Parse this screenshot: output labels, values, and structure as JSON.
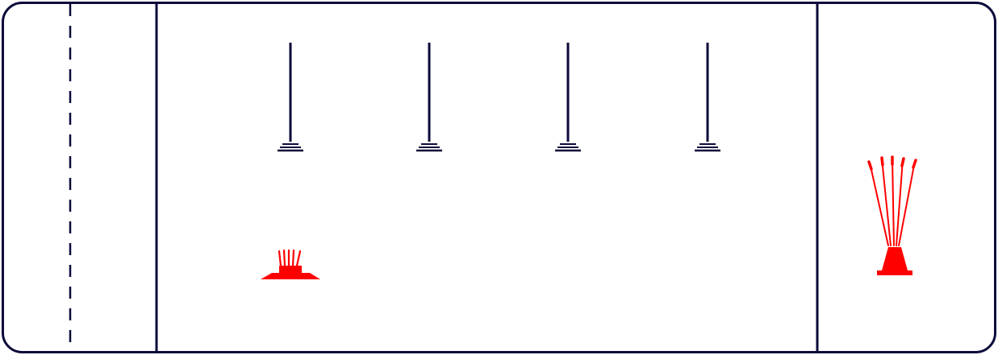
{
  "diagram": {
    "colors": {
      "outline": "#0b0a3a",
      "accent": "#ff0000",
      "background": "#ffffff"
    },
    "elements": {
      "field_border": "rounded-rectangle",
      "dashed_line": "dashed-vertical-line",
      "divider_left": "solid-vertical-line",
      "divider_right": "solid-vertical-line",
      "poles": [
        "standing-pole",
        "standing-pole",
        "standing-pole",
        "standing-pole"
      ],
      "flat_marker": "flat-base-with-short-rods",
      "cone_marker": "cone-with-long-rods"
    }
  }
}
